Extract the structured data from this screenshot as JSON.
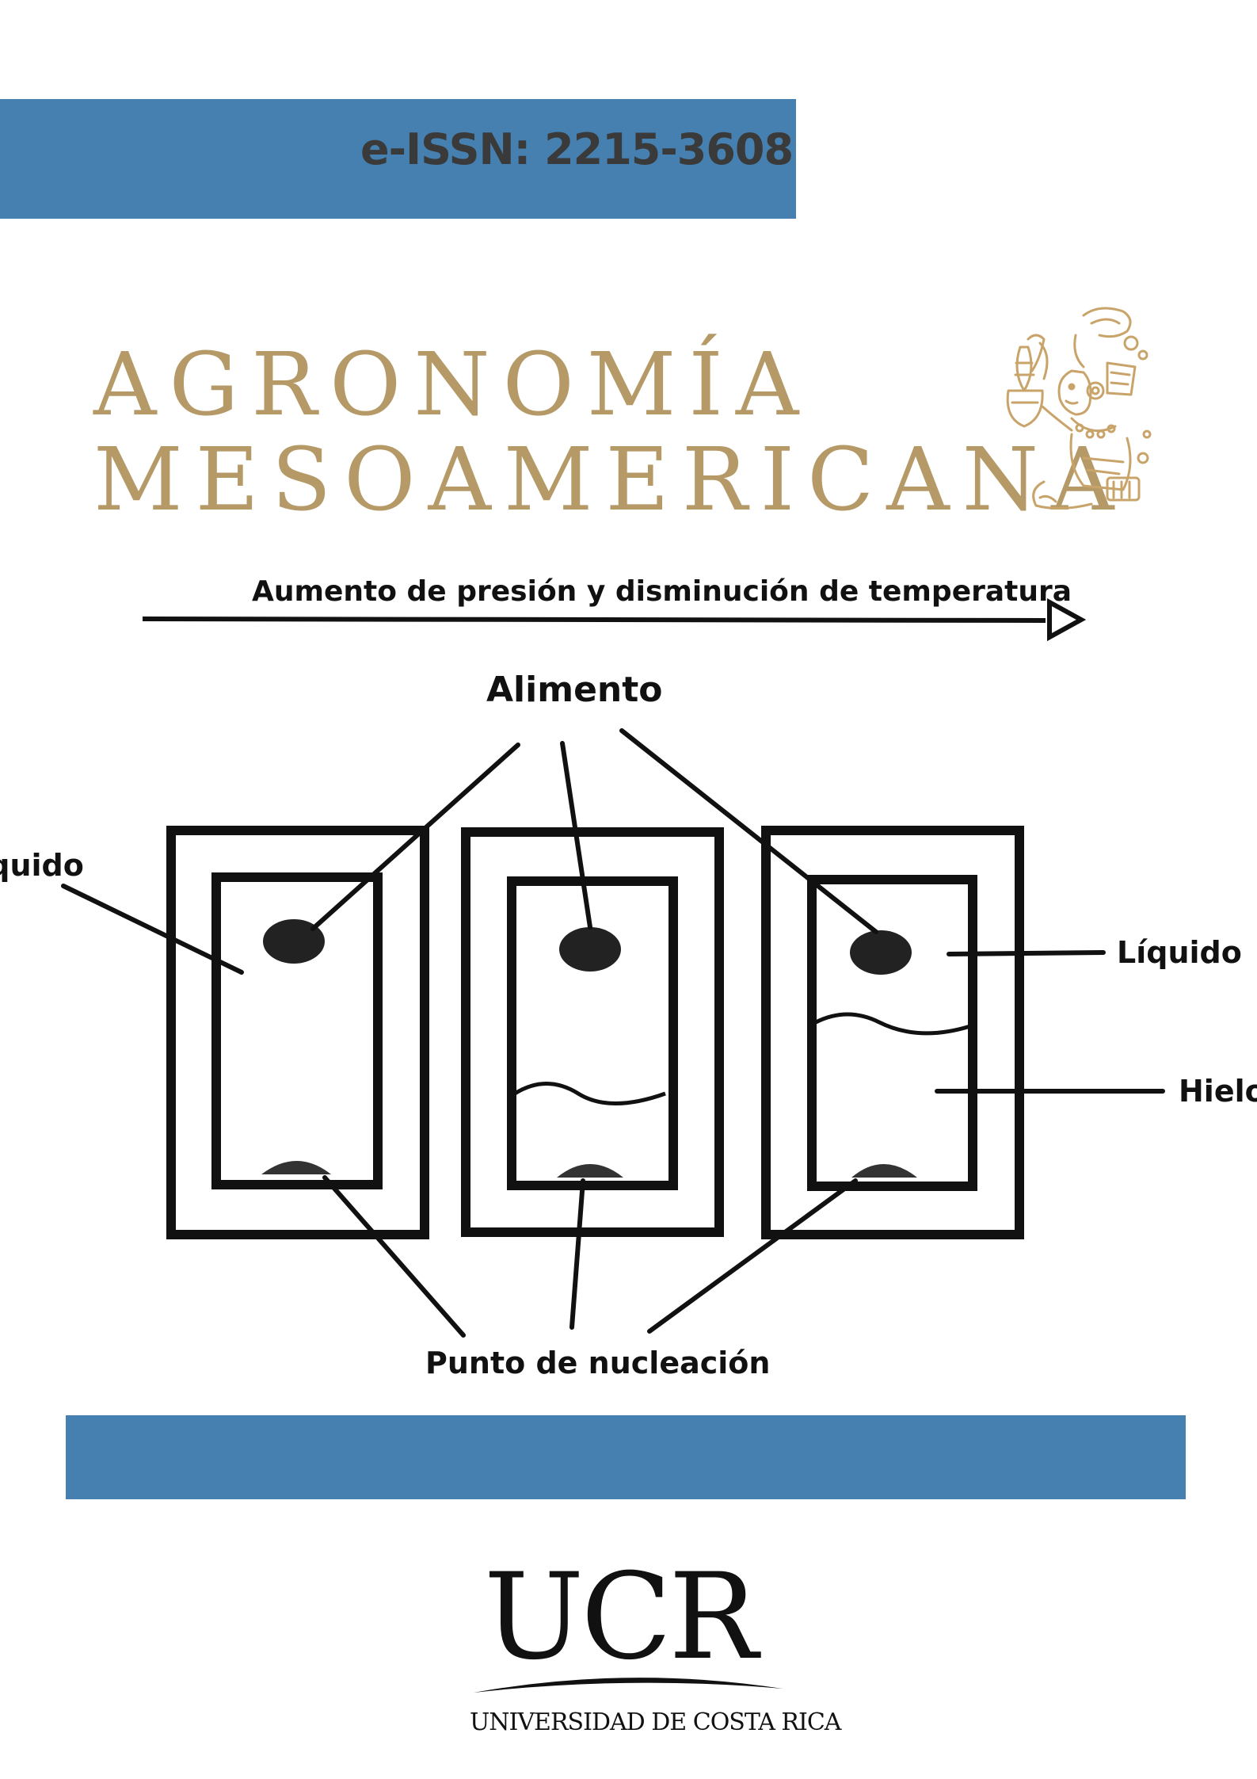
{
  "header": {
    "issn": "e-ISSN: 2215-3608"
  },
  "journal": {
    "title_line1": "AGRONOMÍA",
    "title_line2": "MESOAMERICANA",
    "emblem_icon": "mesoamerican-figure-emblem"
  },
  "diagram": {
    "arrow_label": "Aumento de presión y disminución de temperatura",
    "label_food": "Alimento",
    "label_liquid_left": "Líquido",
    "label_liquid_right": "Líquido",
    "label_ice": "Hielo",
    "label_nucleation": "Punto de nucleación"
  },
  "footer": {
    "logo_letters": "UCR",
    "logo_subtitle": "UNIVERSIDAD DE COSTA RICA"
  },
  "colors": {
    "band_blue": "#4680b0",
    "title_gold": "#b59a68",
    "ink": "#111111"
  }
}
